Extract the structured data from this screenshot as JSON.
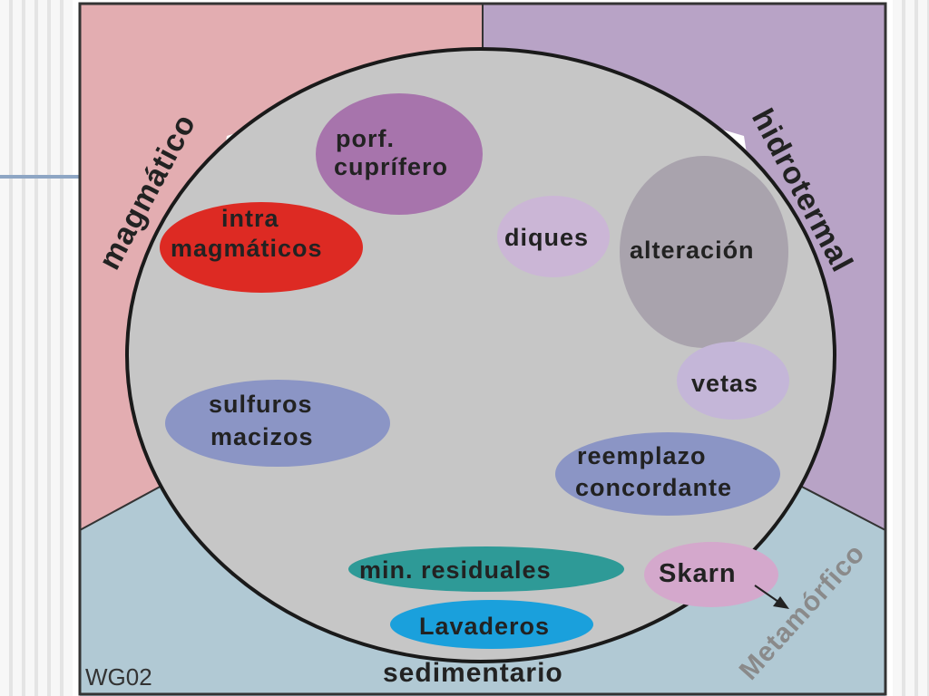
{
  "regions": {
    "magmatico": "magmático",
    "hidrotermal": "hidrotermal",
    "metamorfico": "Metamórfico",
    "sedimentario": "sedimentario"
  },
  "code": "WG02",
  "deposits": {
    "porf_line1": "porf.",
    "porf_line2": "cuprífero",
    "intra_line1": "intra",
    "intra_line2": "magmáticos",
    "diques": "diques",
    "alteracion": "alteración",
    "vetas": "vetas",
    "sulfuros_line1": "sulfuros",
    "sulfuros_line2": "macizos",
    "reemplazo_line1": "reemplazo",
    "reemplazo_line2": "concordante",
    "residuales": "min. residuales",
    "skarn": "Skarn",
    "lavaderos": "Lavaderos"
  },
  "colors": {
    "magmatico_bg": "#e3adb1",
    "hidrotermal_bg": "#b8a3c6",
    "sedimentario_bg": "#b1c9d4",
    "circle": "#c6c6c6",
    "porf": "#a774ac",
    "intra": "#dd2a23",
    "diques": "#cbb6d6",
    "alteracion": "#a9a3ad",
    "vetas": "#c4b6d8",
    "sulfuros": "#8b95c5",
    "reemplazo": "#8b95c5",
    "residuales": "#2e9a97",
    "skarn": "#d4a8cc",
    "lavaderos": "#1aa0dc"
  }
}
